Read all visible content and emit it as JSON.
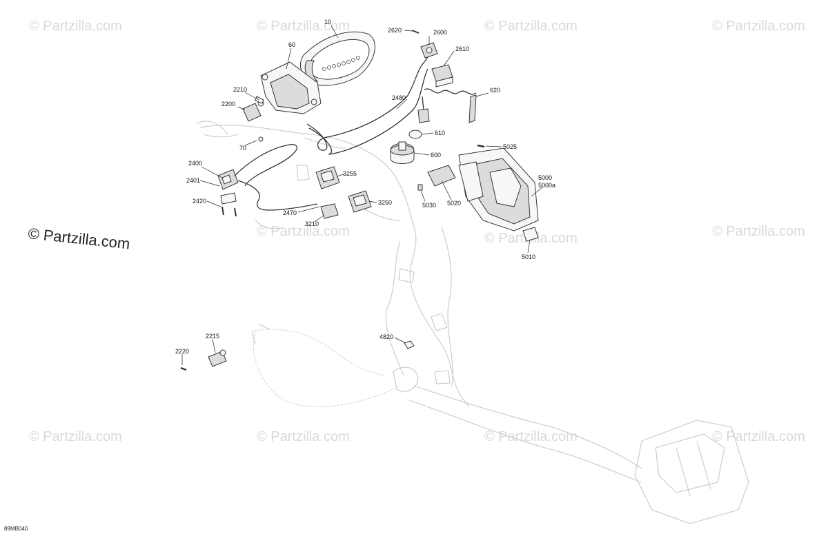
{
  "watermark": {
    "faint_text": "© Partzilla.com",
    "main_text": "© Partzilla.com"
  },
  "drawing_code": "89MB040",
  "callouts": {
    "p10": "10",
    "p60": "60",
    "p70": "70",
    "p600": "600",
    "p610": "610",
    "p620": "620",
    "p2200": "2200",
    "p2210": "2210",
    "p2215": "2215",
    "p2220": "2220",
    "p2400": "2400",
    "p2401": "2401",
    "p2420": "2420",
    "p2470": "2470",
    "p2480": "2480",
    "p2600": "2600",
    "p2610": "2610",
    "p2620": "2620",
    "p3210": "3210",
    "p3250": "3250",
    "p3255": "3255",
    "p4820": "4820",
    "p5000": "5000",
    "p5000a": "5000a",
    "p5010": "5010",
    "p5020": "5020",
    "p5025": "5025",
    "p5030": "5030"
  }
}
